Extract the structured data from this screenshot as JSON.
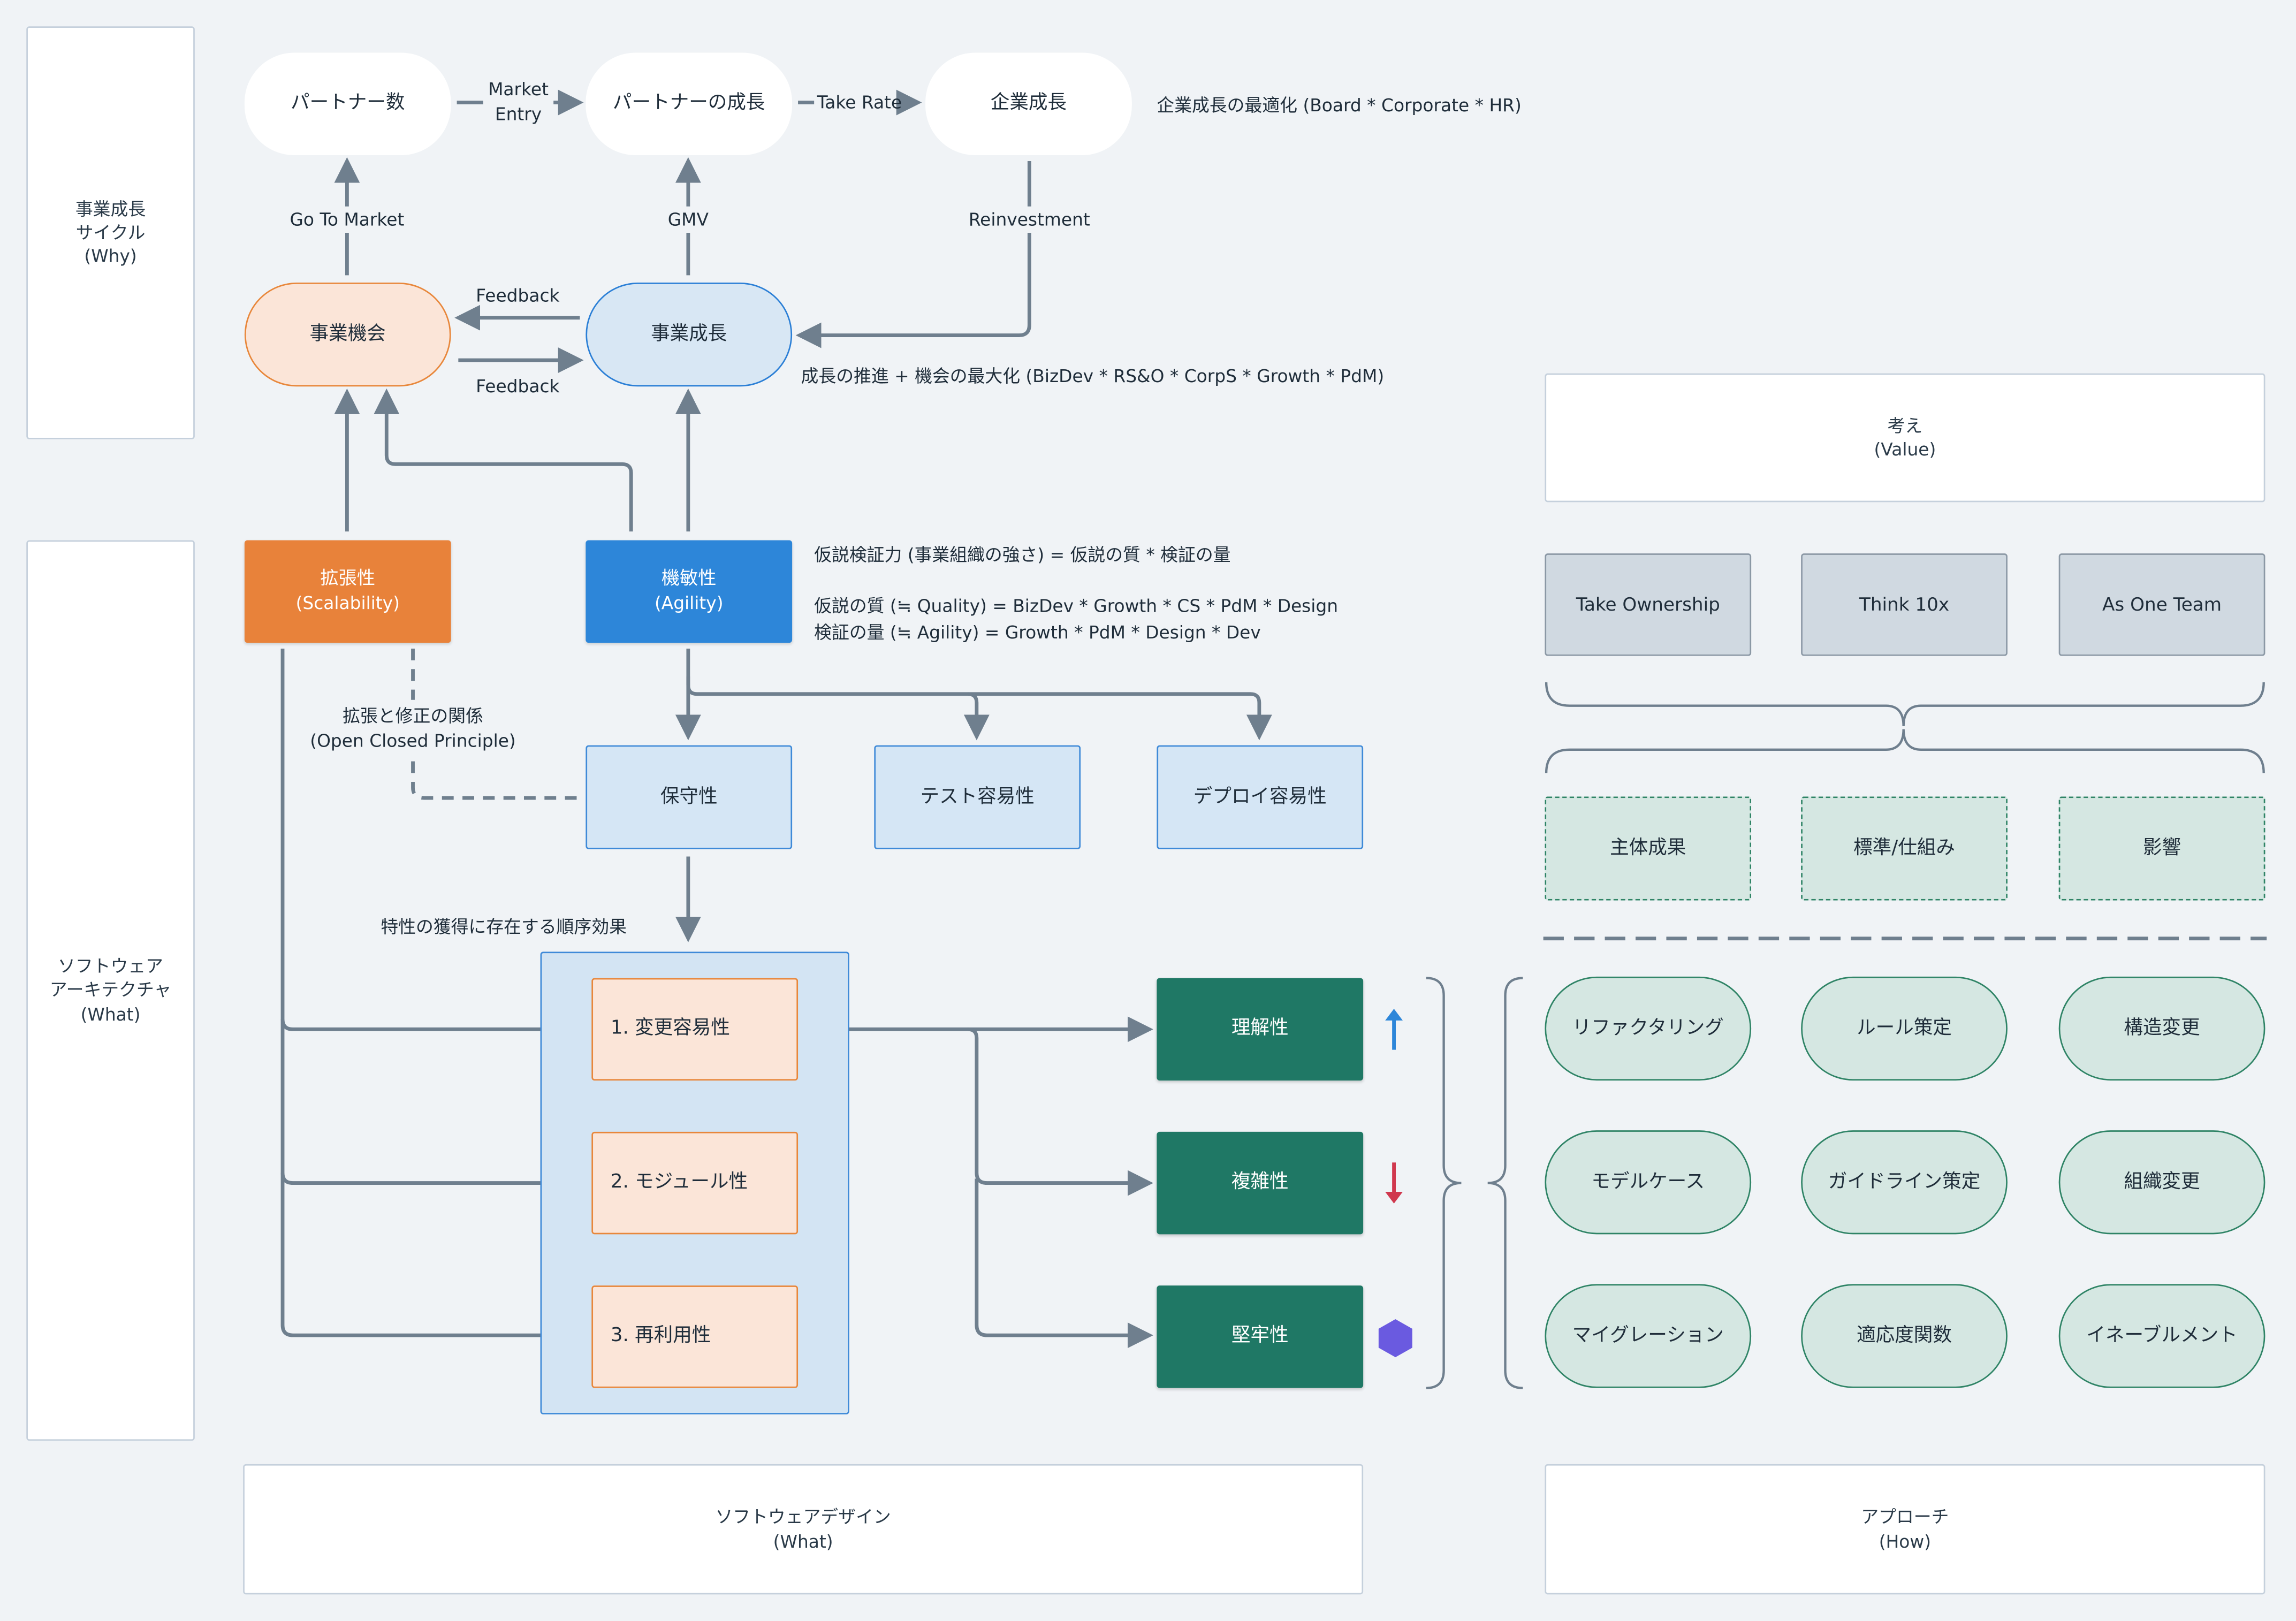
{
  "frames": {
    "why": {
      "line1": "事業成長",
      "line2": "サイクル",
      "line3": "(Why)"
    },
    "what_arch": {
      "line1": "ソフトウェア",
      "line2": "アーキテクチャ",
      "line3": "(What)"
    },
    "what_design": {
      "line1": "ソフトウェアデザイン",
      "line2": "(What)"
    },
    "value": {
      "line1": "考え",
      "line2": "(Value)"
    },
    "how": {
      "line1": "アプローチ",
      "line2": "(How)"
    }
  },
  "cycle": {
    "partners": "パートナー数",
    "partner_growth": "パートナーの成長",
    "company_growth": "企業成長",
    "company_note": "企業成長の最適化 (Board * Corporate * HR)",
    "market_entry_1": "Market",
    "market_entry_2": "Entry",
    "take_rate": "Take Rate",
    "go_to_market": "Go To Market",
    "gmv": "GMV",
    "reinvestment": "Reinvestment",
    "biz_opportunity": "事業機会",
    "biz_growth": "事業成長",
    "feedback_top": "Feedback",
    "feedback_bottom": "Feedback",
    "growth_note": "成長の推進 + 機会の最大化 (BizDev * RS&O * CorpS * Growth * PdM)"
  },
  "architecture": {
    "scalability_jp": "拡張性",
    "scalability_en": "(Scalability)",
    "agility_jp": "機敏性",
    "agility_en": "(Agility)",
    "hypothesis_1": "仮説検証力 (事業組織の強さ) = 仮説の質 * 検証の量",
    "hypothesis_2": "仮説の質 (≒ Quality)  = BizDev * Growth * CS * PdM * Design",
    "hypothesis_3": "検証の量 (≒ Agility)   = Growth * PdM * Design * Dev",
    "ocp_1": "拡張と修正の関係",
    "ocp_2": "(Open Closed Principle)",
    "maintainability": "保守性",
    "testability": "テスト容易性",
    "deployability": "デプロイ容易性",
    "order_effect": "特性の獲得に存在する順序効果",
    "items": [
      "1.  変更容易性",
      "2.  モジュール性",
      "3.  再利用性"
    ],
    "understandability": "理解性",
    "complexity": "複雑性",
    "robustness": "堅牢性"
  },
  "values": {
    "cards": [
      "Take Ownership",
      "Think 10x",
      "As One Team"
    ],
    "dashed": [
      "主体成果",
      "標準/仕組み",
      "影響"
    ]
  },
  "approaches": [
    "リファクタリング",
    "ルール策定",
    "構造変更",
    "モデルケース",
    "ガイドライン策定",
    "組織変更",
    "マイグレーション",
    "適応度関数",
    "イネーブルメント"
  ],
  "colors": {
    "orange": "#e8823a",
    "blue": "#2d86d9",
    "green": "#1f7865",
    "line": "#6f7f8e",
    "up_arrow": "#2d86d9",
    "down_arrow": "#d0384e",
    "hexagon": "#6a5ae0"
  },
  "icons": [
    "arrow-up-icon",
    "arrow-down-icon",
    "hexagon-icon"
  ]
}
